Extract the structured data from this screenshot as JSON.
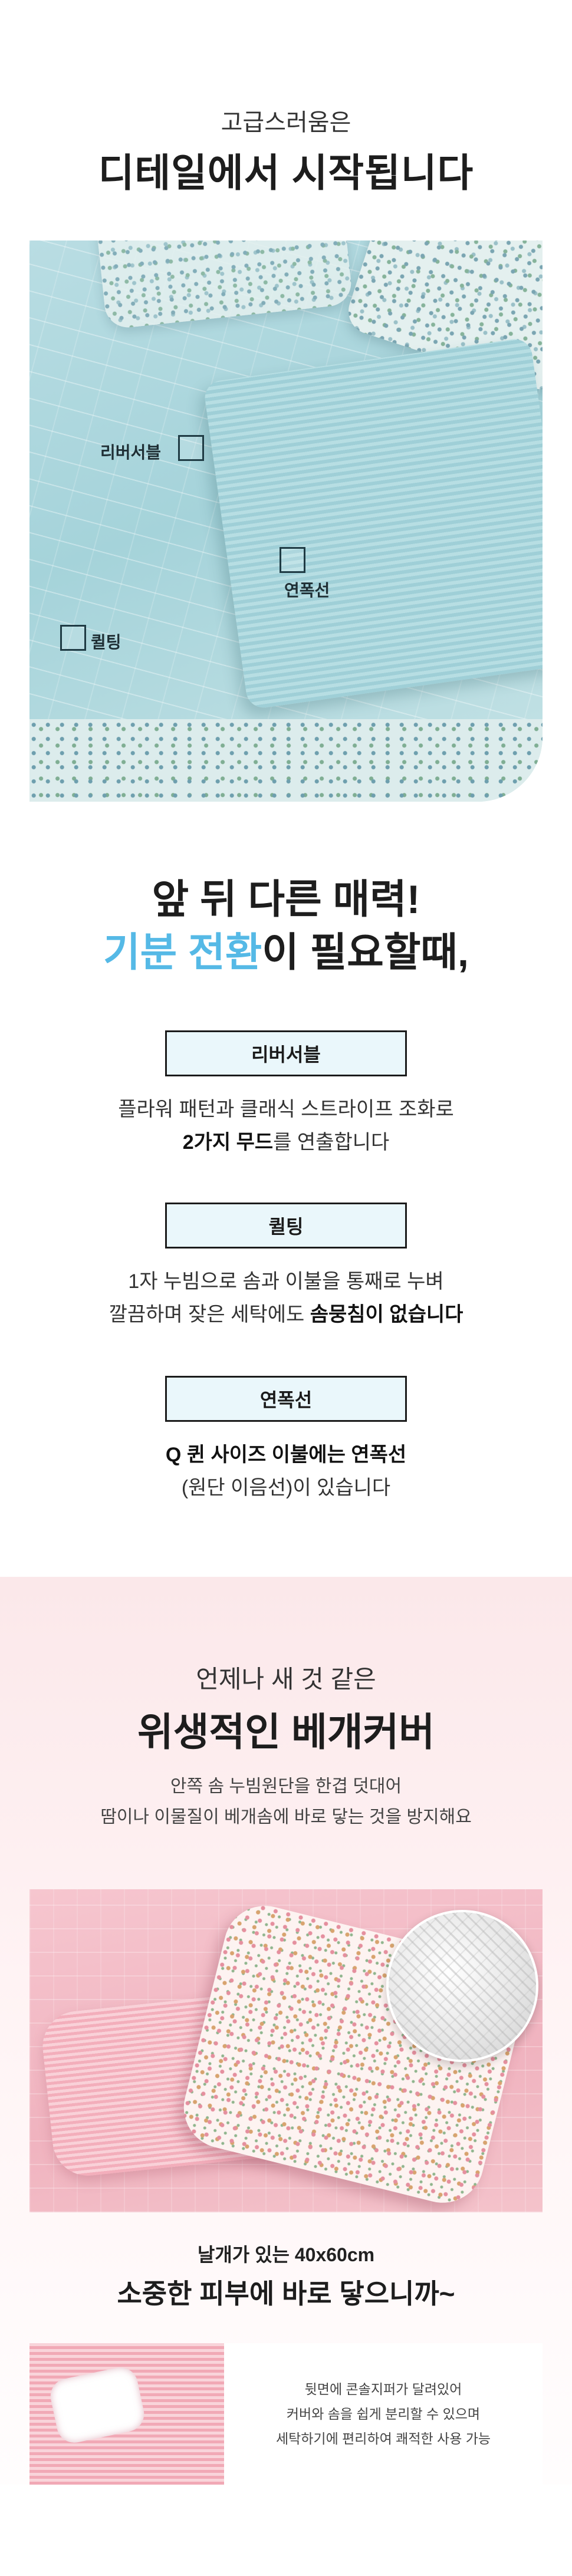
{
  "section_detail": {
    "subtitle": "고급스러움은",
    "title": "디테일에서 시작됩니다",
    "markers": {
      "reversible": "리버서블",
      "piping": "연폭선",
      "quilting": "퀼팅"
    }
  },
  "section_reversible": {
    "headline_1": "앞 뒤 다른 매력!",
    "headline_2_accent": "기분 전환",
    "headline_2_rest": "이 필요할때,",
    "features": [
      {
        "tag": "리버서블",
        "line1": "플라워 패턴과 클래식 스트라이프 조화로",
        "line2_bold": "2가지 무드",
        "line2_rest": "를 연출합니다"
      },
      {
        "tag": "퀼팅",
        "line1": "1자 누빔으로 솜과 이불을 통째로 누벼",
        "line2_plain": "깔끔하며 잦은 세탁에도 ",
        "line2_bold": "솜뭉침이 없습니다"
      },
      {
        "tag": "연폭선",
        "line1_bold": "Q 퀸 사이즈 이불에는 연폭선",
        "line2": "(원단 이음선)이 있습니다"
      }
    ]
  },
  "section_pillow": {
    "subtitle": "언제나 새 것 같은",
    "title": "위생적인 베개커버",
    "intro_line1": "안쪽 솜 누빔원단을 한겹 덧대어",
    "intro_line2": "땀이나 이물질이 베개솜에 바로 닿는 것을 방지해요",
    "size_line": "날개가 있는 40x60cm",
    "size_title": "소중한 피부에 바로 닿으니까~",
    "info_lines": [
      "뒷면에 콘솔지퍼가 달려있어",
      "커버와 솜을 쉽게 분리할 수 있으며",
      "세탁하기에 편리하여 쾌적한 사용 가능"
    ]
  },
  "colors": {
    "accent_blue": "#55b9e6",
    "tag_bg": "#eaf7fb",
    "pink_bg": "#fbe8ea"
  }
}
